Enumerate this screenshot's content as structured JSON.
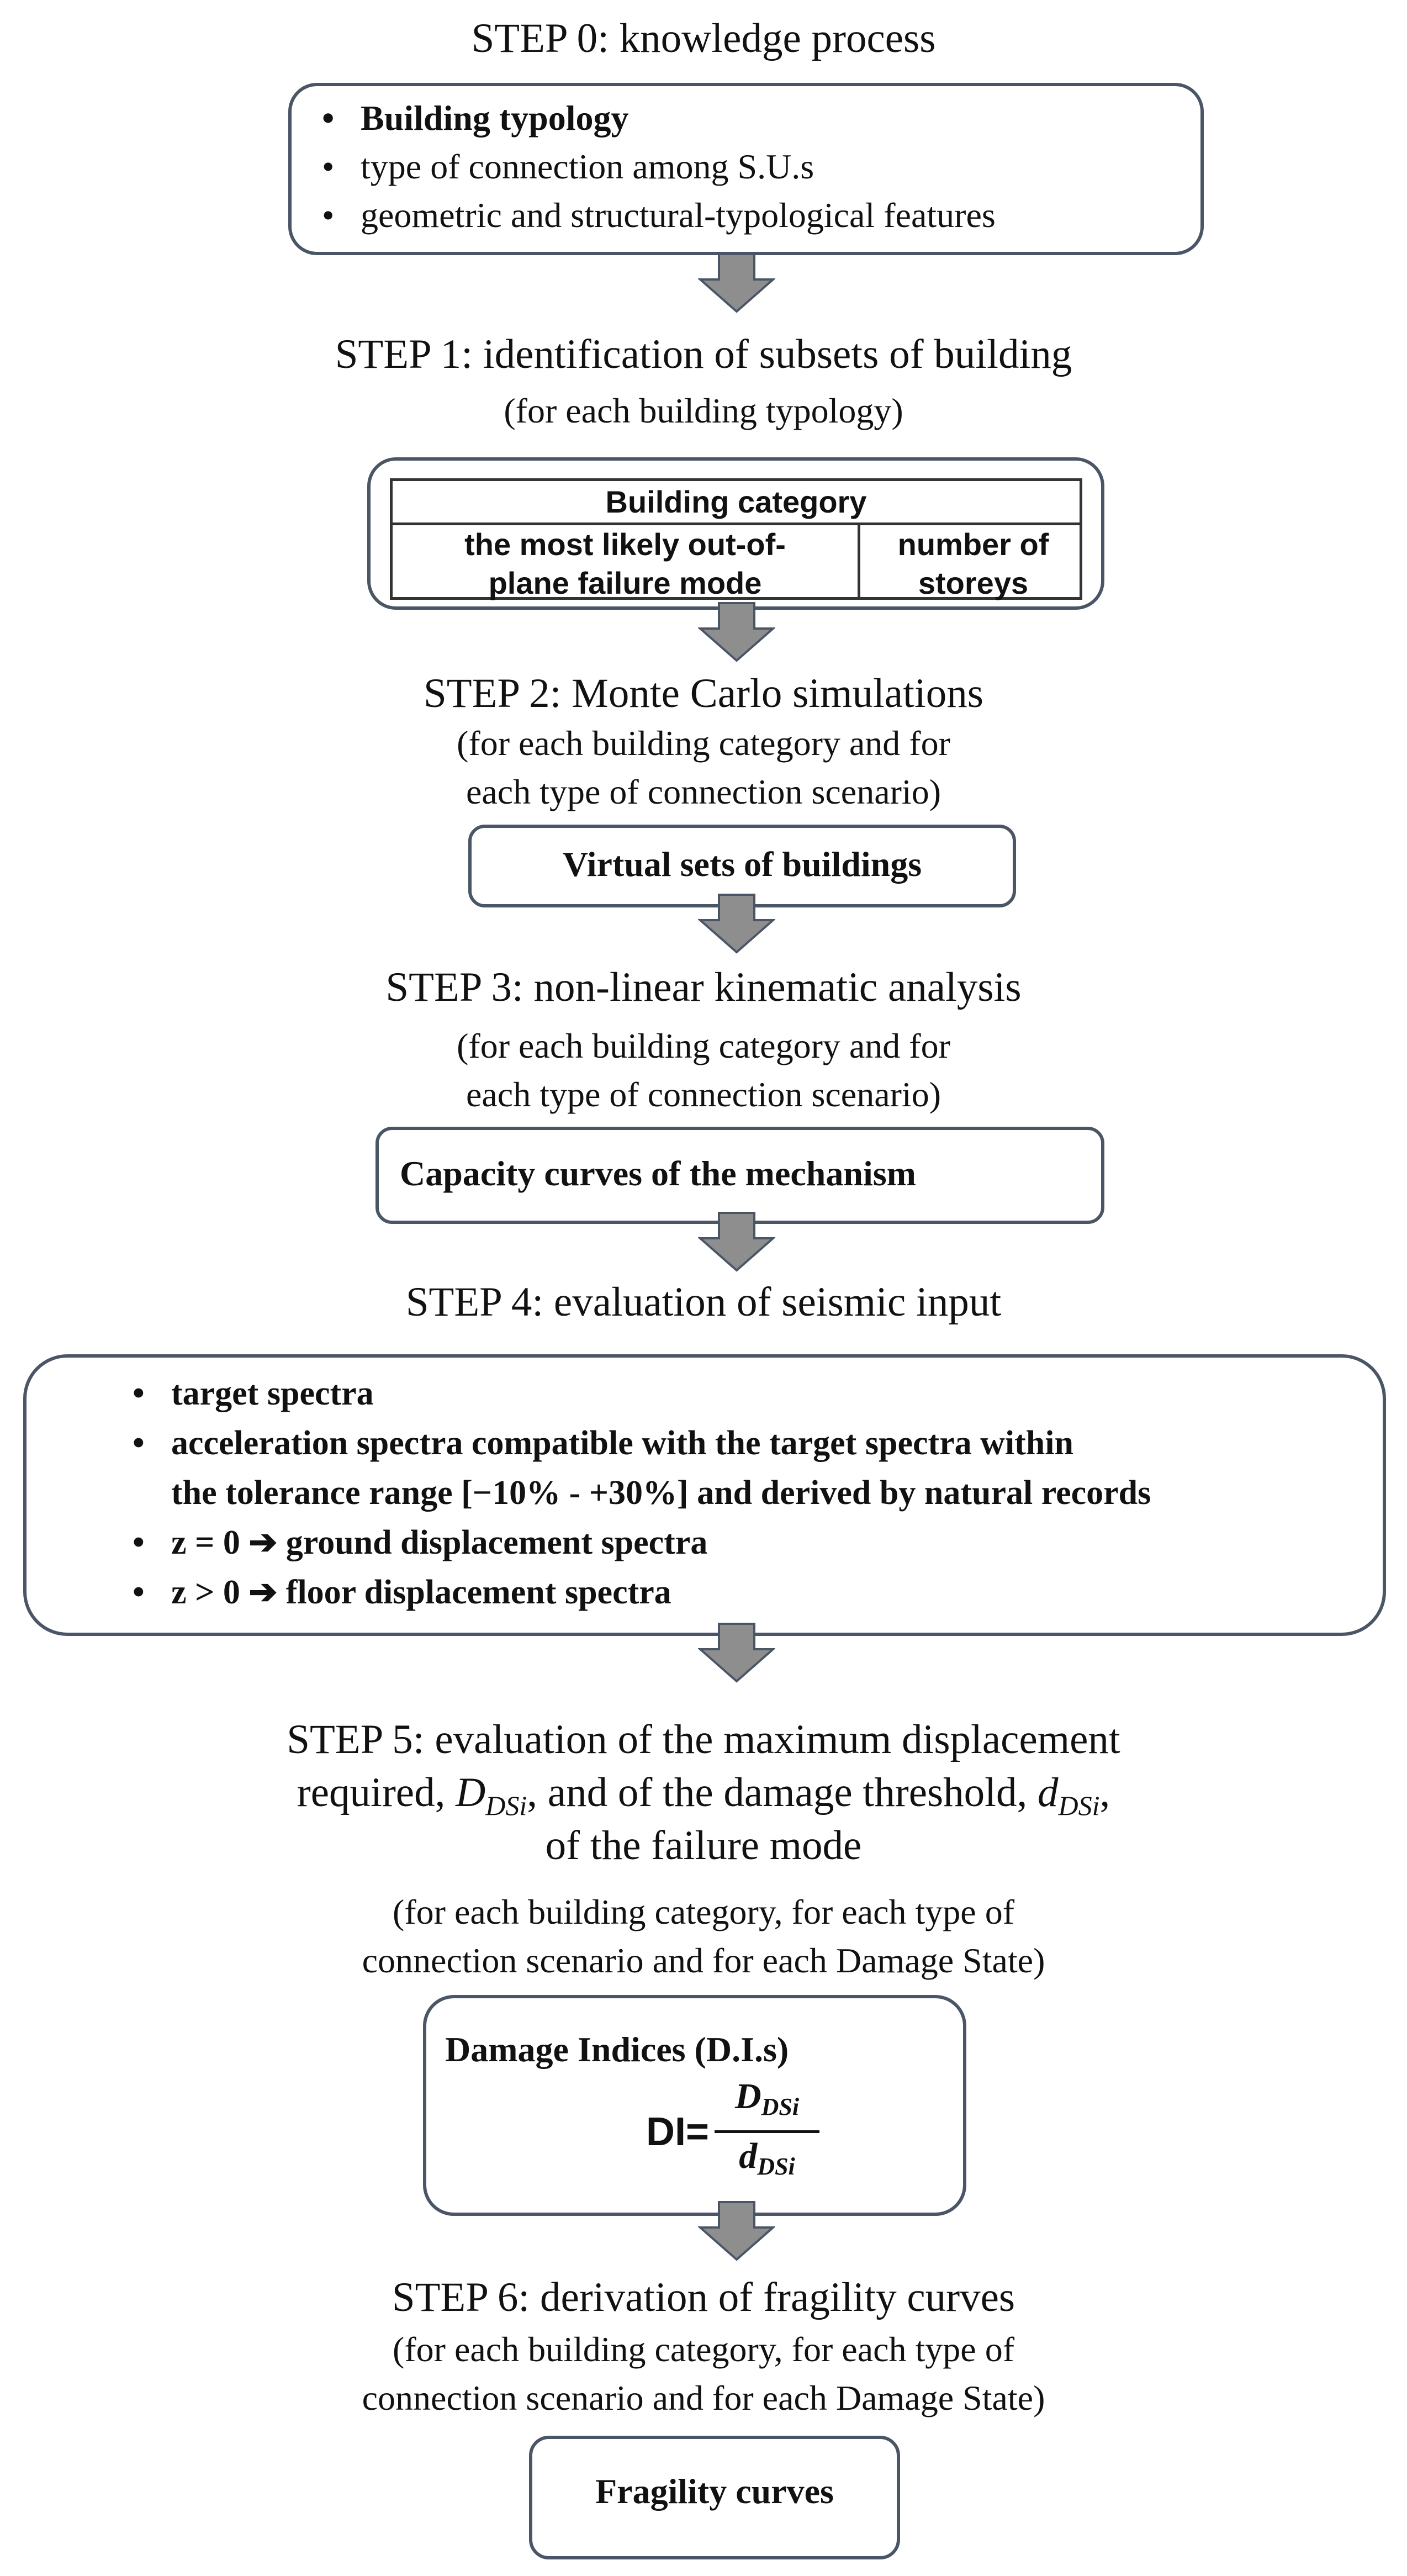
{
  "step0": {
    "title": "STEP 0: knowledge process",
    "items": [
      "Building typology",
      "type of connection among S.U.s",
      "geometric and structural-typological features"
    ]
  },
  "step1": {
    "title": "STEP 1: identification of subsets of building",
    "subtitle": "(for each building typology)",
    "table": {
      "header": "Building category",
      "col1": "the most likely out-of-\nplane failure mode",
      "col2": "number of\nstoreys"
    }
  },
  "step2": {
    "title": "STEP 2: Monte Carlo simulations",
    "subtitle_line1": "(for each building category and for",
    "subtitle_line2": "each type of connection scenario)",
    "box": "Virtual sets of buildings"
  },
  "step3": {
    "title": "STEP 3: non-linear kinematic analysis",
    "subtitle_line1": "(for each building category and for",
    "subtitle_line2": "each type of connection scenario)",
    "box": "Capacity curves of the mechanism"
  },
  "step4": {
    "title": "STEP 4: evaluation of seismic input",
    "items": [
      "target spectra",
      "acceleration spectra compatible with the target spectra within",
      "the tolerance range [−10% - +30%] and derived by natural records",
      "z = 0 ➔ ground displacement spectra",
      "z > 0 ➔ floor displacement spectra"
    ]
  },
  "step5": {
    "title_line1": "STEP 5: evaluation of the maximum displacement",
    "title_line2_a": "required, ",
    "var_big": "D",
    "var_sub": "DSi",
    "title_line2_b": ", and of the damage threshold, ",
    "var_small": "d",
    "title_line2_c": ",",
    "title_line3": "of the failure mode",
    "subtitle_line1": "(for each building category, for each type of",
    "subtitle_line2": "connection scenario and for each Damage State)",
    "box_label": "Damage Indices (D.I.s)",
    "formula_lhs": "DI=",
    "formula_num": "D",
    "formula_den": "d",
    "formula_sub": "DSi"
  },
  "step6": {
    "title": "STEP 6: derivation of fragility curves",
    "subtitle_line1": "(for each building category, for each type of",
    "subtitle_line2": "connection scenario and for each Damage State)",
    "box": "Fragility curves"
  },
  "bullet": "•",
  "colors": {
    "box_border": "#4a5566",
    "arrow_fill": "#8e8e8e",
    "arrow_stroke": "#4a5566"
  },
  "icons": {
    "flow_arrow": "down-arrow-icon"
  }
}
